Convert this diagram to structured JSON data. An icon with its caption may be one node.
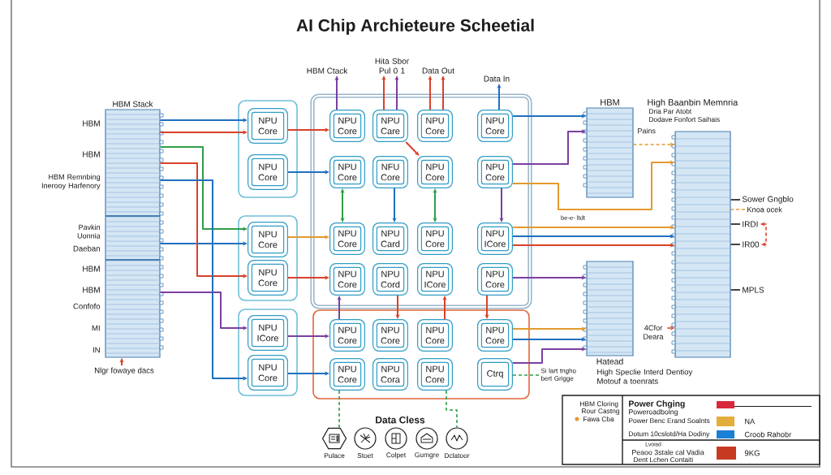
{
  "diagram": {
    "title": "AI Chip Archieteure Scheetial",
    "nodes": [
      {
        "text": [
          "HBM Stack"
        ],
        "beside": [
          "HBM",
          "HBM",
          "HBM Remnbing Inerooy Harfenory",
          "Pavkin Uonnia",
          "Daeban",
          "HBM",
          "HBM",
          "Confofo",
          "MI",
          "IN"
        ]
      },
      {
        "text": [
          "HBM Ctack"
        ]
      },
      {
        "text": [
          "Hita Sbor Pul 0 1"
        ]
      },
      {
        "text": [
          "Data Out"
        ]
      },
      {
        "text": [
          "Data In"
        ]
      },
      {
        "text": [],
        "shape": "box"
      },
      {
        "text": [
          "NPU Core"
        ],
        "in": 5
      },
      {
        "text": [
          "NPU Core"
        ],
        "in": 5
      },
      {
        "text": [],
        "shape": "box"
      },
      {
        "text": [
          "NPU Core"
        ],
        "in": 8
      },
      {
        "text": [
          "NPU Care"
        ],
        "in": 8
      },
      {
        "text": [
          "NPU Core"
        ],
        "in": 8
      },
      {
        "text": [
          "NPU Core"
        ],
        "in": 8
      },
      {
        "text": [
          "NPU Core"
        ],
        "in": 8
      },
      {
        "text": [
          "NFU Core"
        ],
        "in": 8
      },
      {
        "text": [
          "NPU Core"
        ],
        "in": 8
      },
      {
        "text": [
          "NPU Core"
        ],
        "in": 8
      },
      {
        "text": [],
        "shape": "box"
      },
      {
        "text": [
          "NPU Core"
        ],
        "in": 17
      },
      {
        "text": [
          "NPU Core"
        ],
        "in": 17
      },
      {
        "text": [
          "NPU Core"
        ],
        "in": 8
      },
      {
        "text": [
          "NPU Card"
        ],
        "in": 8
      },
      {
        "text": [
          "NPU Core"
        ],
        "in": 8
      },
      {
        "text": [
          "NPU ICore"
        ],
        "in": 8
      },
      {
        "text": [
          "NPU Core"
        ],
        "in": 8
      },
      {
        "text": [
          "NPU Cord"
        ],
        "in": 8
      },
      {
        "text": [
          "NPU ICore"
        ],
        "in": 8
      },
      {
        "text": [
          "NPU Core"
        ],
        "in": 8
      },
      {
        "text": [],
        "shape": "box"
      },
      {
        "text": [
          "NPU ICore"
        ],
        "in": 28
      },
      {
        "text": [
          "NPU Core"
        ],
        "in": 28
      },
      {
        "text": [],
        "shape": "box"
      },
      {
        "text": [
          "NPU Core"
        ],
        "in": 31
      },
      {
        "text": [
          "NPU Core"
        ],
        "in": 31
      },
      {
        "text": [
          "NPU Core"
        ],
        "in": 31
      },
      {
        "text": [
          "NPU Core"
        ],
        "in": 31
      },
      {
        "text": [
          "NPU Core"
        ],
        "in": 31
      },
      {
        "text": [
          "NPU Cora"
        ],
        "in": 31
      },
      {
        "text": [
          "NPU Core"
        ],
        "in": 31
      },
      {
        "text": [
          "Ctrq"
        ],
        "in": 31
      },
      {
        "text": [
          "HBM"
        ],
        "beside": [
          "High Baanbin Memnria",
          "Dria Par Atobt",
          "Dodave Fonfort Saihais",
          "Pains"
        ]
      },
      {
        "text": [],
        "shape": "box"
      },
      {
        "text": [
          "Hatead"
        ],
        "beside": [
          "High Speclie Interd Dentioy Motouf a toenrats"
        ]
      },
      {
        "text": [
          "Sower Gngblo"
        ]
      },
      {
        "text": [
          "Knoa ocek"
        ]
      },
      {
        "text": [
          "IRDI"
        ]
      },
      {
        "text": [
          "IR00"
        ]
      },
      {
        "text": [
          "MPLS"
        ]
      },
      {
        "text": [
          "4Cfor Deara"
        ]
      },
      {
        "text": [
          "Si lart tngho bert Grigge"
        ]
      },
      {
        "text": [],
        "shape": "picture",
        "beside": [
          "Pulace"
        ]
      },
      {
        "text": [],
        "shape": "picture",
        "beside": [
          "Stoet"
        ]
      },
      {
        "text": [],
        "shape": "picture",
        "beside": [
          "Colpet"
        ]
      },
      {
        "text": [],
        "shape": "picture",
        "beside": [
          "Gumgre"
        ]
      },
      {
        "text": [],
        "shape": "picture",
        "beside": [
          "Dclatoor"
        ]
      },
      {
        "text": [
          "Nlgr fowaye dacs"
        ]
      }
    ],
    "edges": [
      {
        "from": 0,
        "to": 6,
        "arrow": "to"
      },
      {
        "from": 0,
        "to": 6,
        "arrow": "to",
        "color": "#1f6fc0"
      },
      {
        "from": 0,
        "to": 18,
        "arrow": "to",
        "color": "#2e9e4a"
      },
      {
        "from": 0,
        "to": 18,
        "arrow": "to",
        "color": "#1f6fc0"
      },
      {
        "from": 0,
        "to": 19,
        "arrow": "to"
      },
      {
        "from": 0,
        "to": 29,
        "arrow": "to",
        "color": "#7b3fa0"
      },
      {
        "from": 0,
        "to": 30,
        "arrow": "to",
        "color": "#1f6fc0"
      },
      {
        "from": 55,
        "to": 0,
        "arrow": "to"
      },
      {
        "from": 6,
        "to": 9,
        "arrow": "to"
      },
      {
        "from": 7,
        "to": 13,
        "arrow": "to",
        "color": "#1f6fc0"
      },
      {
        "from": 18,
        "to": 20,
        "arrow": "to",
        "color": "#e39a2d"
      },
      {
        "from": 19,
        "to": 24,
        "arrow": "to"
      },
      {
        "from": 29,
        "to": 32,
        "arrow": "to",
        "color": "#7b3fa0"
      },
      {
        "from": 30,
        "to": 36,
        "arrow": "to",
        "color": "#1f6fc0"
      },
      {
        "from": 9,
        "to": 1,
        "arrow": "to",
        "color": "#7b3fa0"
      },
      {
        "from": 10,
        "to": 2,
        "arrow": "to"
      },
      {
        "from": 10,
        "to": 2,
        "arrow": "to",
        "color": "#7b3fa0"
      },
      {
        "from": 11,
        "to": 3,
        "arrow": "to"
      },
      {
        "from": 11,
        "to": 3,
        "arrow": "to"
      },
      {
        "from": 12,
        "to": 4,
        "arrow": "to",
        "color": "#1f6fc0"
      },
      {
        "from": 10,
        "to": 15,
        "arrow": "to"
      },
      {
        "from": 13,
        "to": 20,
        "arrow": "both",
        "color": "#2e9e4a"
      },
      {
        "from": 14,
        "to": 21,
        "arrow": "to",
        "color": "#1f6fc0"
      },
      {
        "from": 15,
        "to": 22,
        "arrow": "both",
        "color": "#2e9e4a"
      },
      {
        "from": 16,
        "to": 23,
        "arrow": "to",
        "color": "#7b3fa0"
      },
      {
        "from": 32,
        "to": 24,
        "arrow": "to",
        "color": "#7b3fa0"
      },
      {
        "from": 25,
        "to": 33,
        "arrow": "to"
      },
      {
        "from": 34,
        "to": 26,
        "arrow": "to"
      },
      {
        "from": 27,
        "to": 35,
        "arrow": "to"
      },
      {
        "from": 12,
        "to": 40,
        "arrow": "to",
        "color": "#1f6fc0"
      },
      {
        "from": 16,
        "to": 40,
        "arrow": "to",
        "color": "#7b3fa0"
      },
      {
        "from": 16,
        "to": 41,
        "arrow": "to",
        "color": "#e39a2d"
      },
      {
        "from": 23,
        "to": 41,
        "arrow": "to",
        "color": "#e39a2d"
      },
      {
        "from": 23,
        "to": 41,
        "arrow": "to",
        "color": "#1f6fc0"
      },
      {
        "from": 23,
        "to": 41,
        "arrow": "to"
      },
      {
        "from": 35,
        "to": 42,
        "arrow": "to",
        "color": "#e39a2d"
      },
      {
        "from": 35,
        "to": 42,
        "arrow": "to",
        "color": "#1f6fc0"
      },
      {
        "from": 39,
        "to": 42,
        "arrow": "to",
        "color": "#7b3fa0"
      },
      {
        "from": 27,
        "to": 42,
        "arrow": "to",
        "color": "#7b3fa0"
      },
      {
        "from": 40,
        "to": 41,
        "arrow": "to",
        "style": "dashed",
        "color": "#e39a2d"
      },
      {
        "from": 48,
        "to": 41,
        "arrow": "to",
        "style": "dashed"
      },
      {
        "from": 43,
        "to": 41,
        "arrow": "none",
        "color": "#444444"
      },
      {
        "from": 44,
        "to": 41,
        "arrow": "none",
        "style": "dashed",
        "color": "#e39a2d"
      },
      {
        "from": 45,
        "to": 41,
        "arrow": "none",
        "color": "#444444"
      },
      {
        "from": 46,
        "to": 41,
        "arrow": "none",
        "color": "#444444"
      },
      {
        "from": 47,
        "to": 41,
        "arrow": "none",
        "color": "#444444"
      },
      {
        "from": 45,
        "to": 46,
        "arrow": "both",
        "style": "dashed"
      },
      {
        "from": 39,
        "to": 49,
        "arrow": "none",
        "style": "dashed",
        "color": "#2e9e4a"
      },
      {
        "from": 36,
        "to": 50,
        "arrow": "none",
        "style": "dashed",
        "color": "#2e9e4a"
      },
      {
        "from": 38,
        "to": 54,
        "arrow": "none",
        "style": "dashed",
        "color": "#2e9e4a"
      }
    ],
    "labels": [
      "be-e- ltdt",
      "Data Cless",
      "HBM Cloring",
      "Rour Castng",
      "Fawa Cba",
      "Poweroadbolng",
      "Power Benc Erand Soalnts",
      "Dotum 10cslotd/Ha Dodiny",
      "Lvoisd",
      "Peaoo 3stale cal Vadia",
      "Dent Lchen Contaiti"
    ],
    "legend": [
      {
        "text": "Power Chging",
        "color": "#d9283c"
      },
      {
        "text": "NA",
        "color": "#e3ad3b"
      },
      {
        "text": "Croob Rahobr",
        "color": "#1a80d6"
      },
      {
        "text": "9KG",
        "color": "#c73a22"
      }
    ]
  }
}
